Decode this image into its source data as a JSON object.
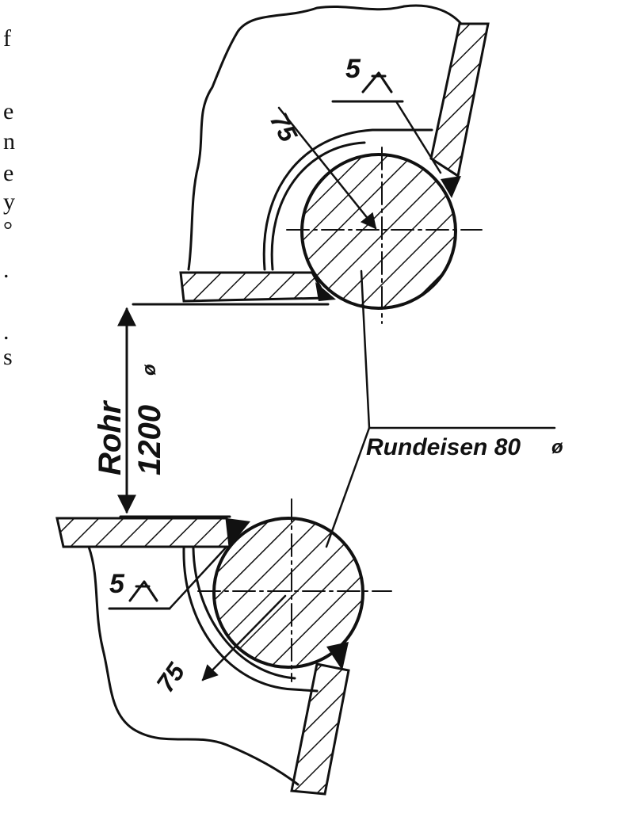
{
  "margin_fragments": [
    "f",
    "e",
    "n",
    "e",
    "y",
    "°",
    ".",
    ".",
    "s"
  ],
  "labels": {
    "pipe_name": "Rohr",
    "pipe_diameter": "1200",
    "round_bar": "Rundeisen 80",
    "weld_top_size": "5",
    "weld_bottom_size": "5",
    "radius_top": "75",
    "radius_bottom": "75"
  },
  "colors": {
    "ink": "#111111",
    "paper": "#ffffff"
  }
}
